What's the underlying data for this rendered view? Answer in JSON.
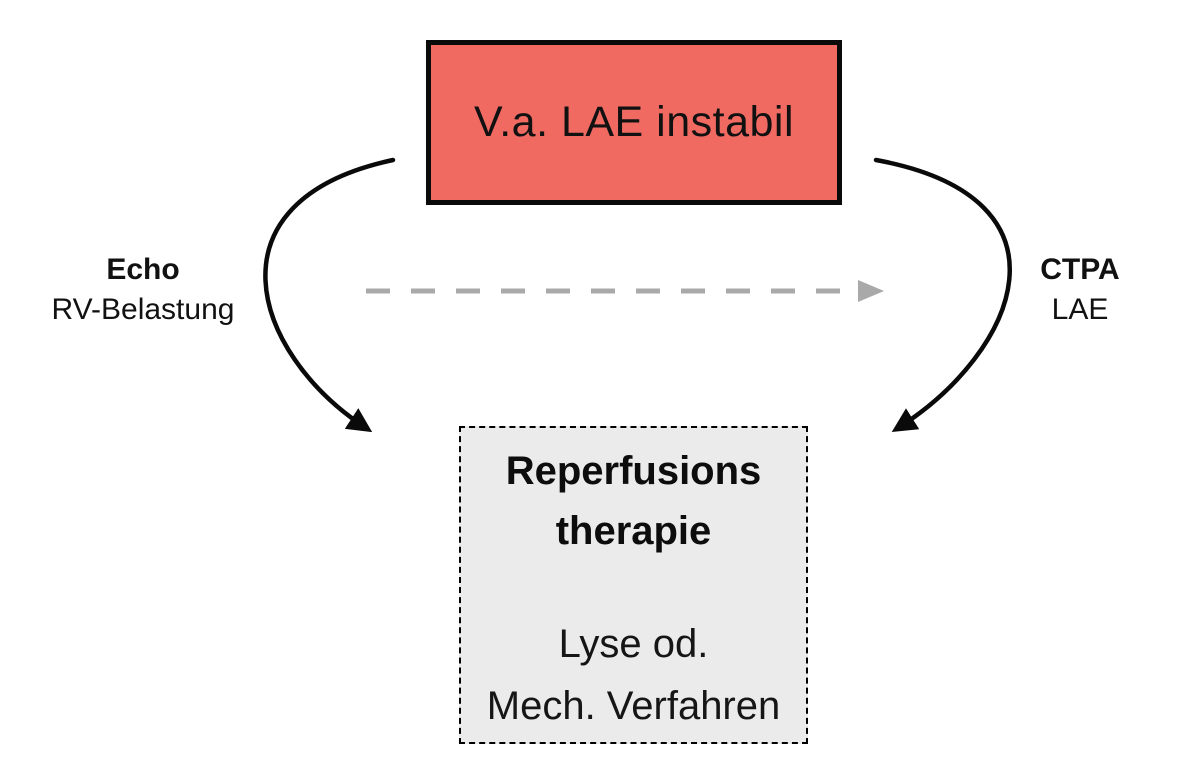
{
  "diagram": {
    "start_box": {
      "label": "V.a. LAE instabil",
      "fill_color": "#F06A62",
      "border_color": "#0A0A0A"
    },
    "left_branch": {
      "label_bold": "Echo",
      "label_sub": "RV-Belastung"
    },
    "right_branch": {
      "label_bold": "CTPA",
      "label_sub": "LAE"
    },
    "direct_arrow": {
      "style": "dashed",
      "color": "#A9A9A9"
    },
    "curved_arrow_color": "#000000",
    "outcome_box": {
      "title_lines": [
        "Reperfusions",
        "therapie"
      ],
      "body_lines": [
        "Lyse od.",
        "Mech. Verfahren"
      ],
      "fill_color": "#EBEBEB",
      "border_color": "#000000"
    }
  }
}
